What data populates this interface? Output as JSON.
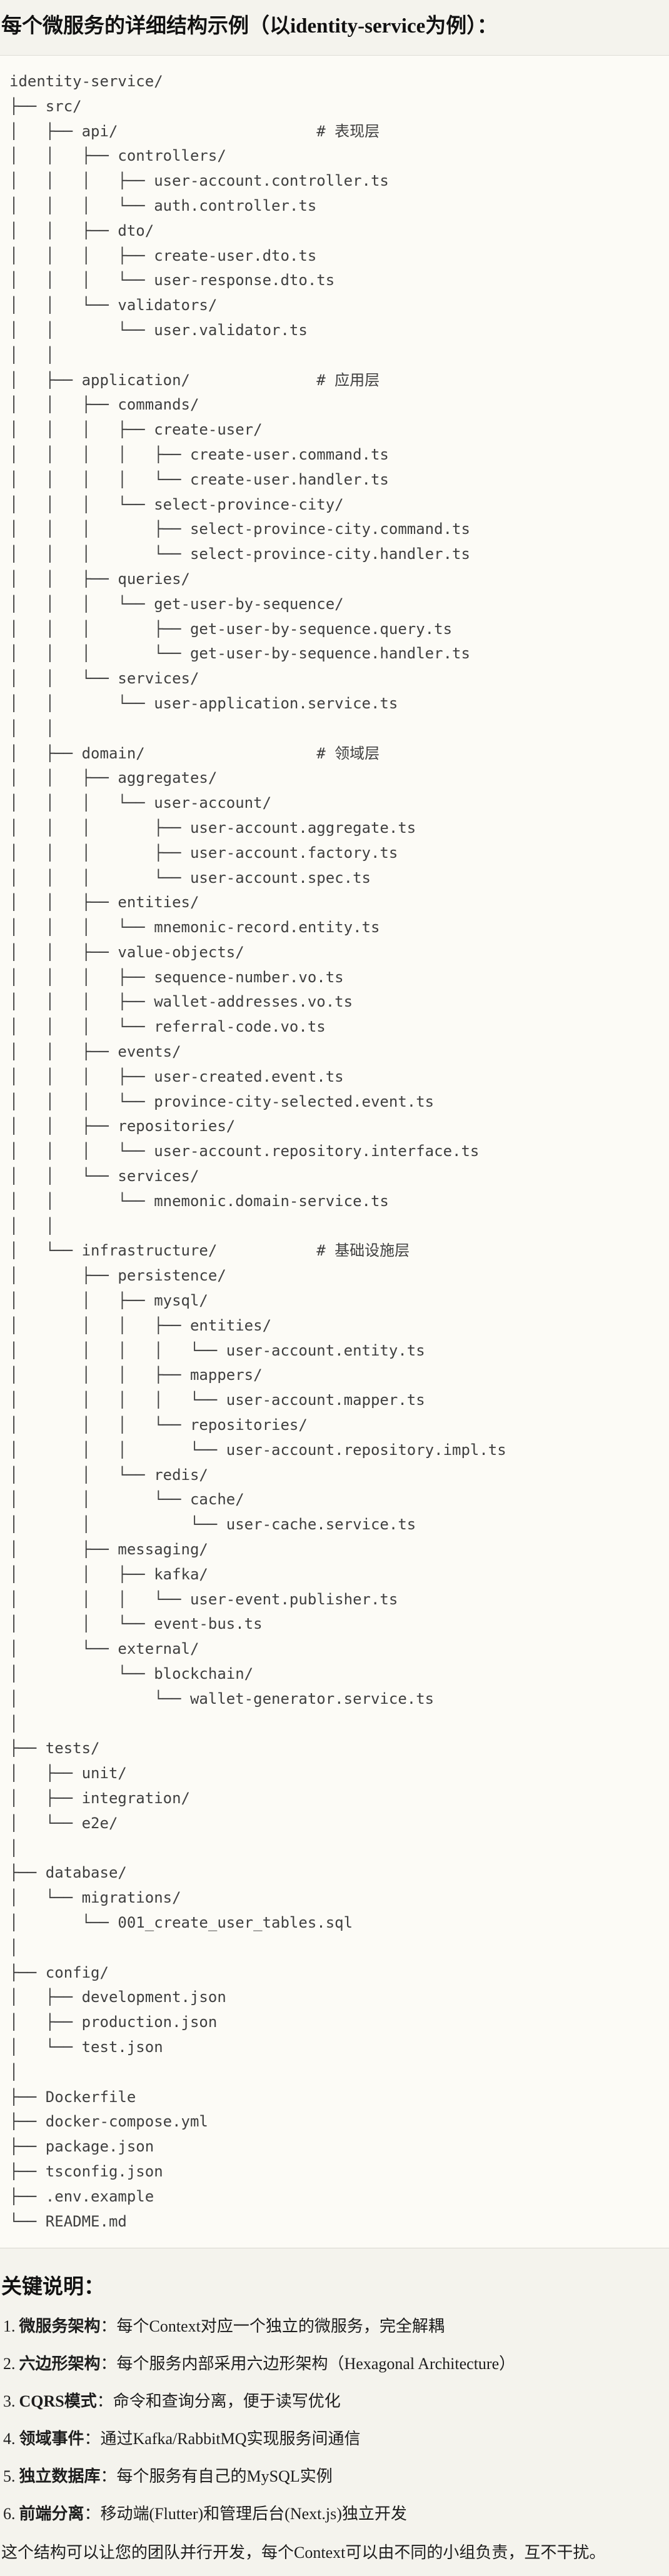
{
  "page": {
    "title": "每个微服务的详细结构示例（以identity-service为例）：",
    "notes_heading": "关键说明：",
    "notes": [
      {
        "num": "1.",
        "term": "微服务架构",
        "rest": "：每个Context对应一个独立的微服务，完全解耦"
      },
      {
        "num": "2.",
        "term": "六边形架构",
        "rest": "：每个服务内部采用六边形架构（Hexagonal Architecture）"
      },
      {
        "num": "3.",
        "term": "CQRS模式",
        "rest": "：命令和查询分离，便于读写优化"
      },
      {
        "num": "4.",
        "term": "领域事件",
        "rest": "：通过Kafka/RabbitMQ实现服务间通信"
      },
      {
        "num": "5.",
        "term": "独立数据库",
        "rest": "：每个服务有自己的MySQL实例"
      },
      {
        "num": "6.",
        "term": "前端分离",
        "rest": "：移动端(Flutter)和管理后台(Next.js)独立开发"
      }
    ],
    "closing": "这个结构可以让您的团队并行开发，每个Context可以由不同的小组负责，互不干扰。"
  },
  "tree": {
    "lines": [
      "identity-service/",
      "├── src/",
      "│   ├── api/                      # 表现层",
      "│   │   ├── controllers/",
      "│   │   │   ├── user-account.controller.ts",
      "│   │   │   └── auth.controller.ts",
      "│   │   ├── dto/",
      "│   │   │   ├── create-user.dto.ts",
      "│   │   │   └── user-response.dto.ts",
      "│   │   └── validators/",
      "│   │       └── user.validator.ts",
      "│   │",
      "│   ├── application/              # 应用层",
      "│   │   ├── commands/",
      "│   │   │   ├── create-user/",
      "│   │   │   │   ├── create-user.command.ts",
      "│   │   │   │   └── create-user.handler.ts",
      "│   │   │   └── select-province-city/",
      "│   │   │       ├── select-province-city.command.ts",
      "│   │   │       └── select-province-city.handler.ts",
      "│   │   ├── queries/",
      "│   │   │   └── get-user-by-sequence/",
      "│   │   │       ├── get-user-by-sequence.query.ts",
      "│   │   │       └── get-user-by-sequence.handler.ts",
      "│   │   └── services/",
      "│   │       └── user-application.service.ts",
      "│   │",
      "│   ├── domain/                   # 领域层",
      "│   │   ├── aggregates/",
      "│   │   │   └── user-account/",
      "│   │   │       ├── user-account.aggregate.ts",
      "│   │   │       ├── user-account.factory.ts",
      "│   │   │       └── user-account.spec.ts",
      "│   │   ├── entities/",
      "│   │   │   └── mnemonic-record.entity.ts",
      "│   │   ├── value-objects/",
      "│   │   │   ├── sequence-number.vo.ts",
      "│   │   │   ├── wallet-addresses.vo.ts",
      "│   │   │   └── referral-code.vo.ts",
      "│   │   ├── events/",
      "│   │   │   ├── user-created.event.ts",
      "│   │   │   └── province-city-selected.event.ts",
      "│   │   ├── repositories/",
      "│   │   │   └── user-account.repository.interface.ts",
      "│   │   └── services/",
      "│   │       └── mnemonic.domain-service.ts",
      "│   │",
      "│   └── infrastructure/           # 基础设施层",
      "│       ├── persistence/",
      "│       │   ├── mysql/",
      "│       │   │   ├── entities/",
      "│       │   │   │   └── user-account.entity.ts",
      "│       │   │   ├── mappers/",
      "│       │   │   │   └── user-account.mapper.ts",
      "│       │   │   └── repositories/",
      "│       │   │       └── user-account.repository.impl.ts",
      "│       │   └── redis/",
      "│       │       └── cache/",
      "│       │           └── user-cache.service.ts",
      "│       ├── messaging/",
      "│       │   ├── kafka/",
      "│       │   │   └── user-event.publisher.ts",
      "│       │   └── event-bus.ts",
      "│       └── external/",
      "│           └── blockchain/",
      "│               └── wallet-generator.service.ts",
      "│",
      "├── tests/",
      "│   ├── unit/",
      "│   ├── integration/",
      "│   └── e2e/",
      "│",
      "├── database/",
      "│   └── migrations/",
      "│       └── 001_create_user_tables.sql",
      "│",
      "├── config/",
      "│   ├── development.json",
      "│   ├── production.json",
      "│   └── test.json",
      "│",
      "├── Dockerfile",
      "├── docker-compose.yml",
      "├── package.json",
      "├── tsconfig.json",
      "├── .env.example",
      "└── README.md"
    ]
  }
}
